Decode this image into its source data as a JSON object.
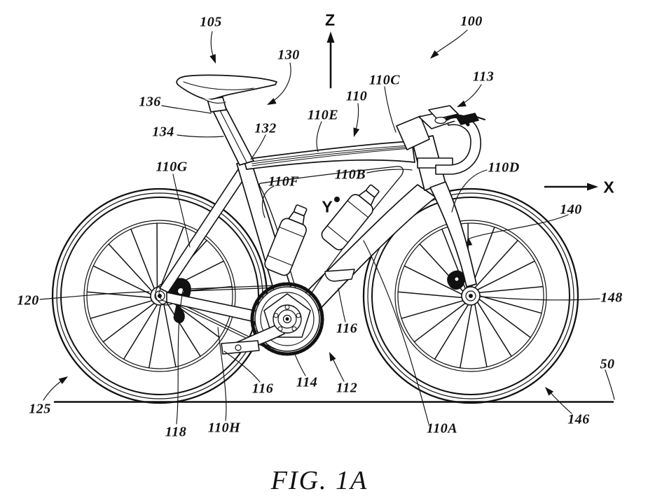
{
  "caption": "FIG. 1A",
  "axis": {
    "z": "Z",
    "x": "X",
    "y": "Y"
  },
  "labels": {
    "n50": "50",
    "n100": "100",
    "n105": "105",
    "n110": "110",
    "n110A": "110A",
    "n110B": "110B",
    "n110C": "110C",
    "n110D": "110D",
    "n110E": "110E",
    "n110F": "110F",
    "n110G": "110G",
    "n110H": "110H",
    "n112": "112",
    "n113": "113",
    "n114": "114",
    "n116a": "116",
    "n116b": "116",
    "n118": "118",
    "n120": "120",
    "n125": "125",
    "n130": "130",
    "n132": "132",
    "n134": "134",
    "n136": "136",
    "n140": "140",
    "n146": "146",
    "n148": "148"
  }
}
